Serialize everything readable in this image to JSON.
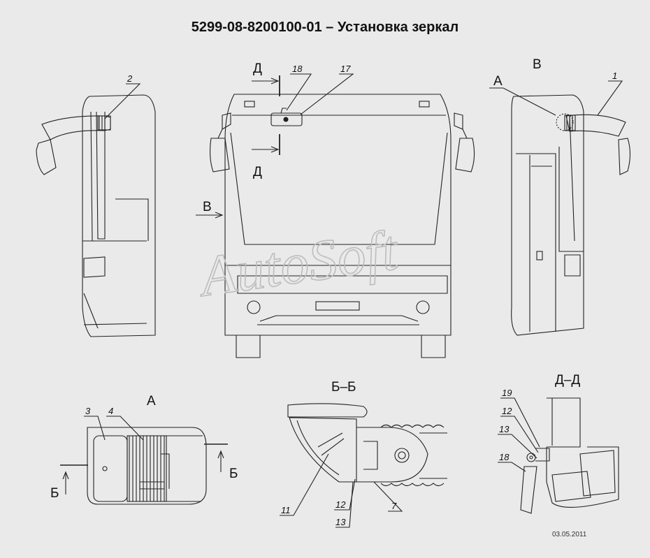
{
  "title": "5299-08-8200100-01 – Установка зеркал",
  "watermark": "AutoSoft",
  "date": "03.05.2011",
  "views": {
    "v": "В",
    "a": "А",
    "bb": "Б–Б",
    "dd": "Д–Д"
  },
  "cut_marks": {
    "d_top": "Д",
    "d_bottom": "Д",
    "v_arrow": "В",
    "a_ref": "А",
    "b_left": "Б",
    "b_right": "Б"
  },
  "callouts": {
    "p1": "1",
    "p2": "2",
    "p3": "3",
    "p4": "4",
    "p7": "7",
    "p11": "11",
    "p12": "12",
    "p13": "13",
    "p17": "17",
    "p18": "18",
    "dd12": "12",
    "dd13": "13",
    "dd18": "18",
    "dd19": "19"
  }
}
